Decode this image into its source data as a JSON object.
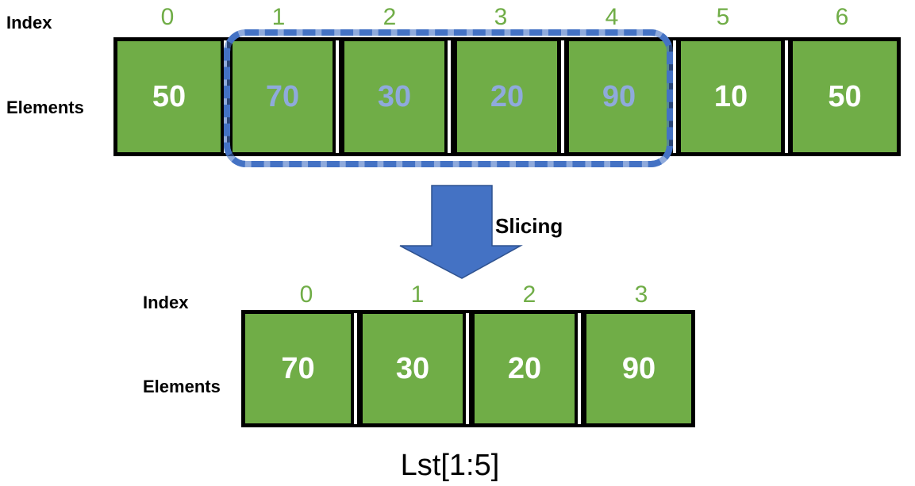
{
  "top": {
    "index_label": "Index",
    "elements_label": "Elements",
    "indices": [
      "0",
      "1",
      "2",
      "3",
      "4",
      "5",
      "6"
    ],
    "elements": [
      "50",
      "70",
      "30",
      "20",
      "90",
      "10",
      "50"
    ],
    "selected_range": [
      1,
      4
    ]
  },
  "operation_label": "Slicing",
  "bottom": {
    "index_label": "Index",
    "elements_label": "Elements",
    "indices": [
      "0",
      "1",
      "2",
      "3"
    ],
    "elements": [
      "70",
      "30",
      "20",
      "90"
    ]
  },
  "caption": "Lst[1:5]",
  "colors": {
    "cell_fill": "#70AD47",
    "index_text": "#70AD47",
    "selected_text": "#8FAADC",
    "selection_border": "#4472C4",
    "arrow_fill": "#4472C4"
  }
}
